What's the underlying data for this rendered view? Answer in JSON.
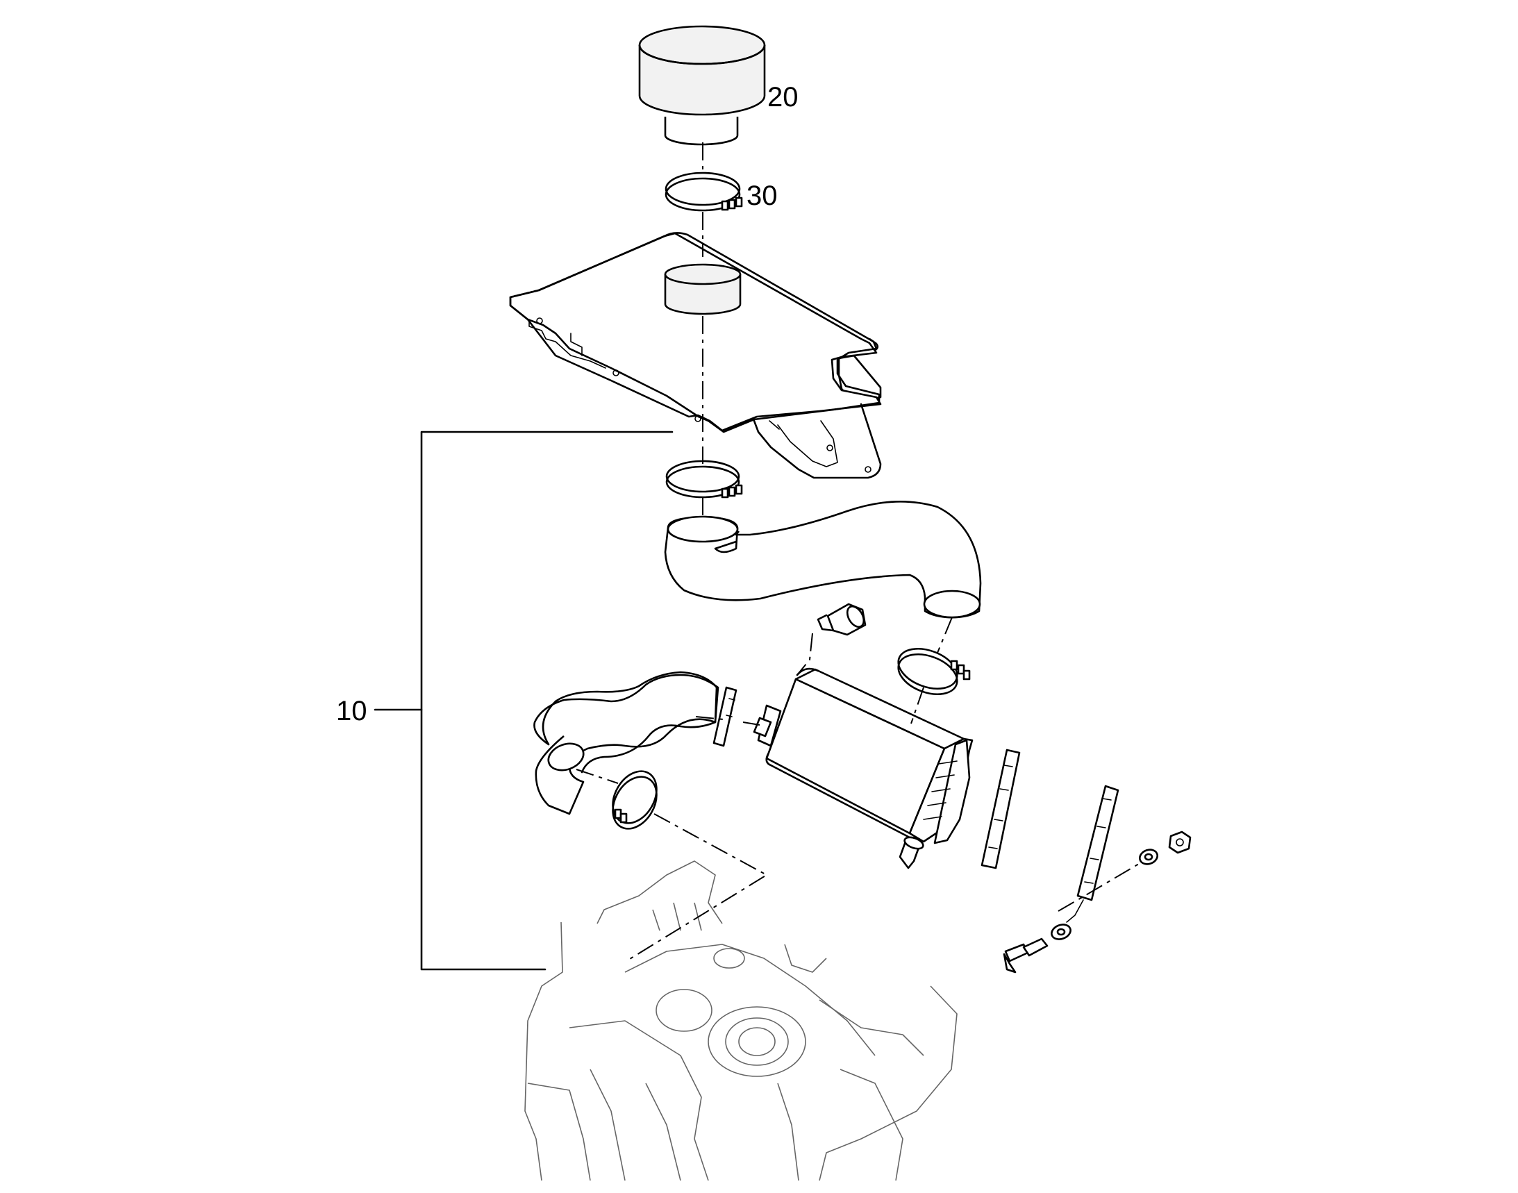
{
  "callouts": {
    "assembly": "10",
    "cap": "20",
    "cap_clamp": "30"
  }
}
